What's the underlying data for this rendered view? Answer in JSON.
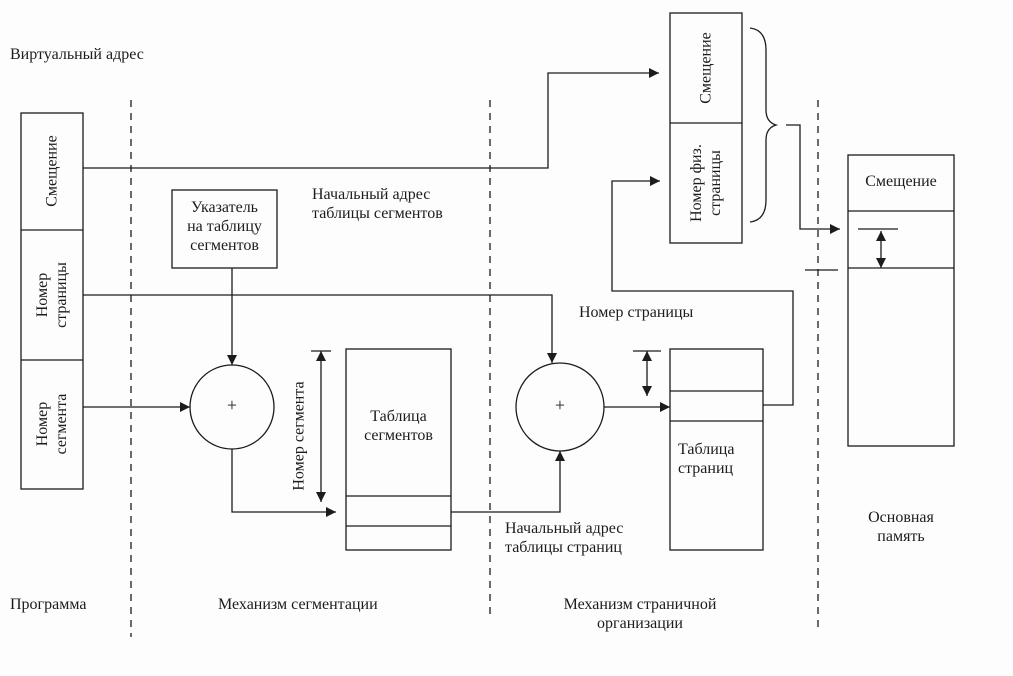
{
  "labels": {
    "virtual_address": "Виртуальный адрес",
    "offset": "Смещение",
    "page_number_l1": "Номер",
    "page_number_l2": "страницы",
    "segment_number_l1": "Номер",
    "segment_number_l2": "сегмента",
    "pointer_l1": "Указатель",
    "pointer_l2": "на таблицу",
    "pointer_l3": "сегментов",
    "seg_table_start_l1": "Начальный адрес",
    "seg_table_start_l2": "таблицы сегментов",
    "plus_1": "+",
    "plus_2": "+",
    "segment_number_vertical": "Номер сегмента",
    "segment_table_l1": "Таблица",
    "segment_table_l2": "сегментов",
    "page_number_label": "Номер страницы",
    "page_table_start_l1": "Начальный адрес",
    "page_table_start_l2": "таблицы страниц",
    "page_table_l1": "Таблица",
    "page_table_l2": "страниц",
    "phys_offset": "Смещение",
    "phys_page_l1": "Номер физ.",
    "phys_page_l2": "страницы",
    "memory_offset": "Смещение",
    "main_memory_l1": "Основная",
    "main_memory_l2": "память",
    "program": "Программа",
    "segmentation": "Механизм сегментации",
    "paging_l1": "Механизм страничной",
    "paging_l2": "организации"
  }
}
